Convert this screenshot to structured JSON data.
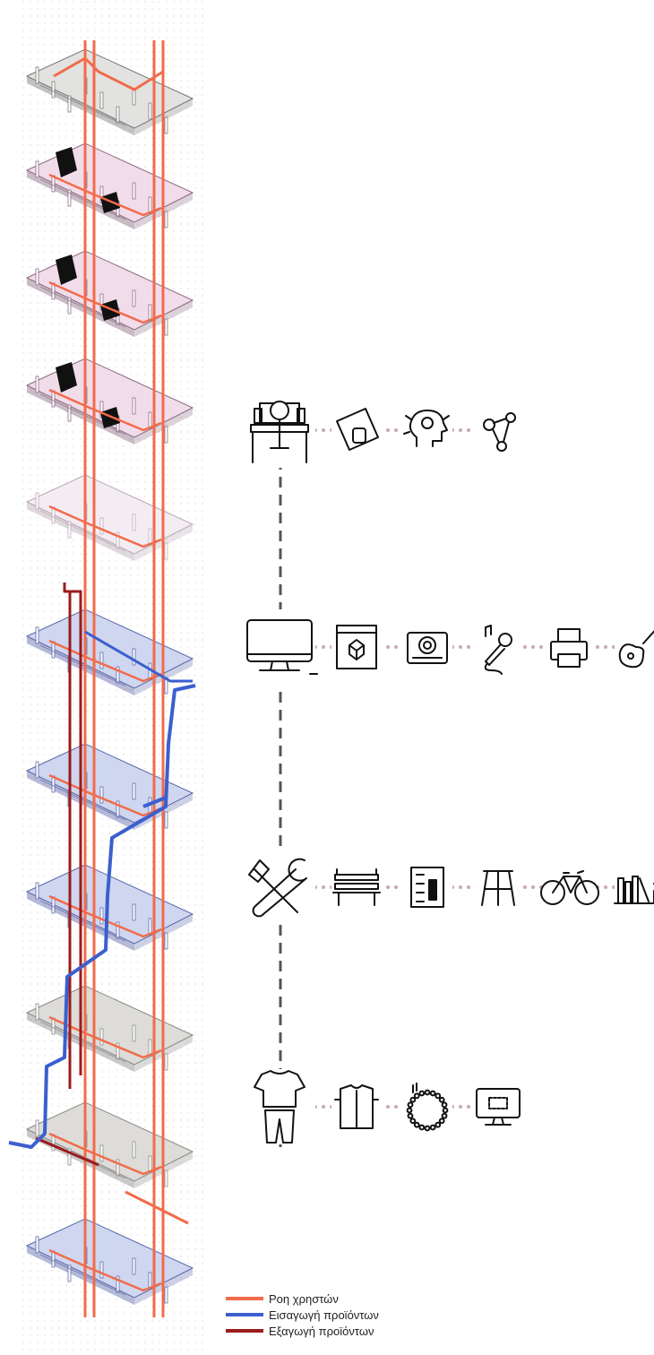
{
  "colors": {
    "user_flow": "#f26b4a",
    "product_in": "#3b5fcf",
    "product_out": "#9b1c1c",
    "floor_grey": "#e2e2e0",
    "floor_pink": "#f1dcea",
    "floor_pink_light": "#f4ecf3",
    "floor_blue": "#cfd6f0",
    "floor_grey2": "#dddcd8",
    "dots": "#c9a8b5",
    "icon": "#111111"
  },
  "floors": [
    {
      "tone": "grey"
    },
    {
      "tone": "pink"
    },
    {
      "tone": "pink"
    },
    {
      "tone": "pink"
    },
    {
      "tone": "pink_light"
    },
    {
      "tone": "blue"
    },
    {
      "tone": "blue"
    },
    {
      "tone": "blue"
    },
    {
      "tone": "grey2"
    },
    {
      "tone": "grey2"
    },
    {
      "tone": "blue"
    }
  ],
  "categories": [
    {
      "id": "workstation",
      "main_icon": "desk-workstation-icon",
      "items": [
        "tablet-icon",
        "ai-brain-icon",
        "network-nodes-icon"
      ]
    },
    {
      "id": "digital-media",
      "main_icon": "computer-monitor-icon",
      "items": [
        "3d-printer-icon",
        "instant-camera-icon",
        "microphone-icon",
        "printer-icon",
        "electric-guitar-icon"
      ]
    },
    {
      "id": "workshop",
      "main_icon": "hammer-wrench-icon",
      "items": [
        "bench-icon",
        "circuit-board-icon",
        "stool-icon",
        "bicycle-icon",
        "bookshelf-icon"
      ]
    },
    {
      "id": "textiles",
      "main_icon": "clothing-icon",
      "items": [
        "shirt-icon",
        "necklace-icon",
        "display-screen-icon"
      ]
    }
  ],
  "legend": [
    {
      "label": "Ροη χρηστών",
      "color": "#f26b4a"
    },
    {
      "label": "Εισαγωγή προϊόντων",
      "color": "#3b5fcf"
    },
    {
      "label": "Εξαγωγή προϊόντων",
      "color": "#9b1c1c"
    }
  ]
}
